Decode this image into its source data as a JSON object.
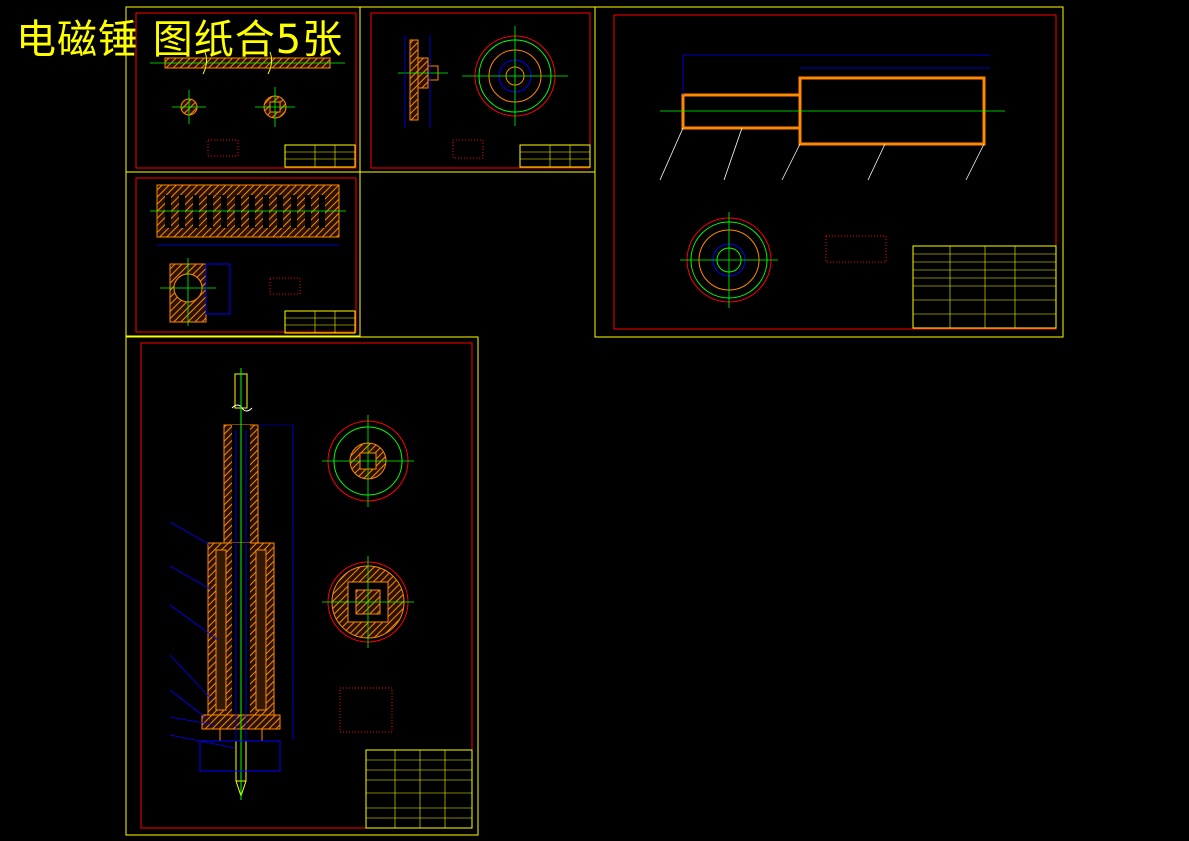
{
  "title": "电磁锤 图纸合5张",
  "colors": {
    "background": "#000000",
    "title": "#ffff00",
    "sheet_border": "#ffff00",
    "inner_frame": "#ff0000",
    "hatch": "#ff8800",
    "centerline": "#00ff00",
    "dimension": "#0000ff"
  },
  "sheets": [
    {
      "name": "sheet-1-part",
      "kind": "part-drawing"
    },
    {
      "name": "sheet-2-flange",
      "kind": "part-drawing"
    },
    {
      "name": "sheet-3-coil-bobbin",
      "kind": "part-drawing"
    },
    {
      "name": "sheet-4-sleeve",
      "kind": "part-drawing"
    },
    {
      "name": "sheet-5-assembly",
      "kind": "assembly-drawing"
    }
  ]
}
